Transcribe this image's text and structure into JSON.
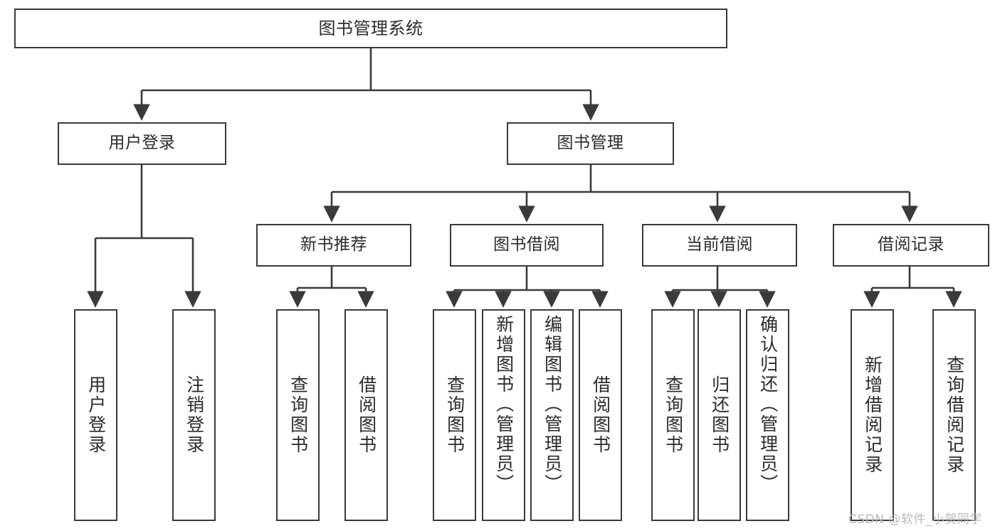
{
  "diagram": {
    "type": "tree",
    "title": "图书管理系统",
    "orientation": "top-down",
    "colors": {
      "box_border": "#3a3a3a",
      "box_fill": "#ffffff",
      "edge": "#3a3a3a",
      "text": "#2b2b2b",
      "watermark": "#b9b9b9",
      "background": "#ffffff"
    },
    "nodes": {
      "root": {
        "label": "图书管理系统"
      },
      "level1": [
        {
          "id": "user-login",
          "label": "用户登录"
        },
        {
          "id": "book-manage",
          "label": "图书管理"
        }
      ],
      "level2": [
        {
          "id": "new-book-recommend",
          "label": "新书推荐"
        },
        {
          "id": "book-borrow",
          "label": "图书借阅"
        },
        {
          "id": "current-borrow",
          "label": "当前借阅"
        },
        {
          "id": "borrow-record",
          "label": "借阅记录"
        }
      ],
      "leaves": {
        "user_login": [
          {
            "id": "leaf-user-login",
            "label": "用户登录"
          },
          {
            "id": "leaf-logout-login",
            "label": "注销登录"
          }
        ],
        "new_book_recommend": [
          {
            "id": "leaf-query-book-1",
            "label": "查询图书"
          },
          {
            "id": "leaf-borrow-book-1",
            "label": "借阅图书"
          }
        ],
        "book_borrow": [
          {
            "id": "leaf-query-book-2",
            "label": "查询图书"
          },
          {
            "id": "leaf-add-book",
            "label": "新增图书（管理员）"
          },
          {
            "id": "leaf-edit-book",
            "label": "编辑图书（管理员）"
          },
          {
            "id": "leaf-borrow-book-2",
            "label": "借阅图书"
          }
        ],
        "current_borrow": [
          {
            "id": "leaf-query-book-3",
            "label": "查询图书"
          },
          {
            "id": "leaf-return-book",
            "label": "归还图书"
          },
          {
            "id": "leaf-confirm-return",
            "label": "确认归还（管理员）"
          }
        ],
        "borrow_record": [
          {
            "id": "leaf-add-record",
            "label": "新增借阅记录"
          },
          {
            "id": "leaf-query-record",
            "label": "查询借阅记录"
          }
        ]
      }
    }
  },
  "watermark": {
    "text": "CSDN @软件_小贺同学"
  }
}
